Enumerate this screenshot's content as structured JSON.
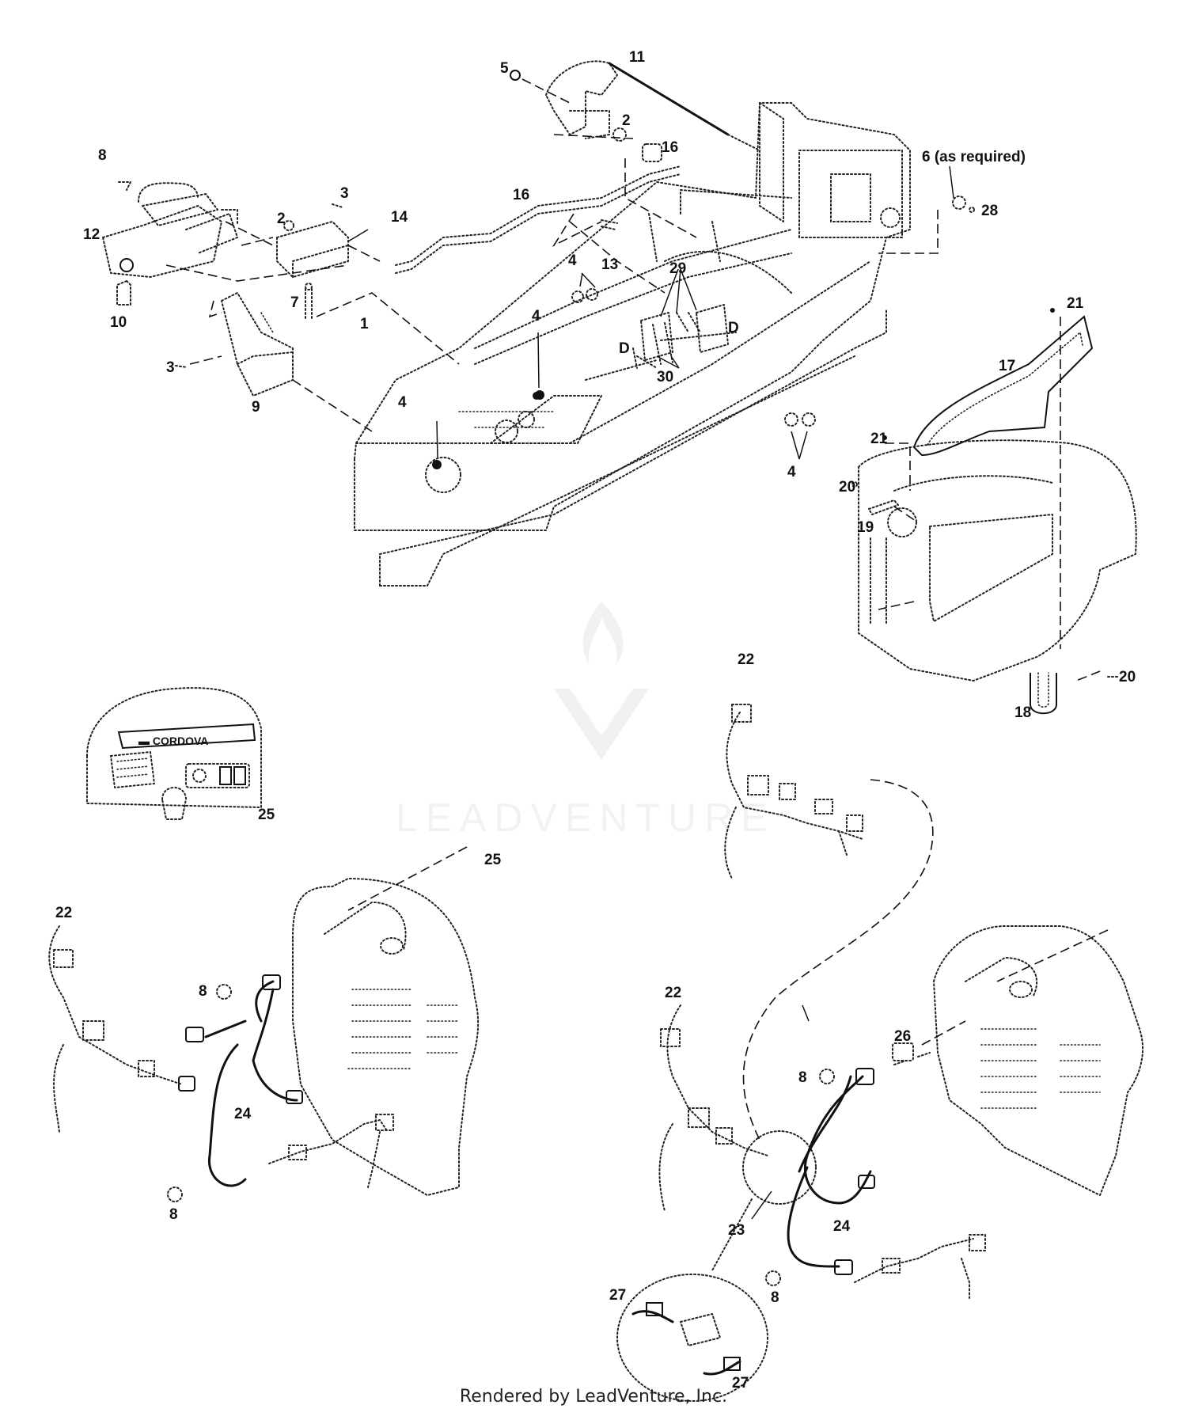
{
  "callouts": {
    "c1": "1",
    "c2a": "2",
    "c2b": "2",
    "c3a": "3",
    "c3b": "3",
    "c4a": "4",
    "c4b": "4",
    "c4c": "4",
    "c4d": "4",
    "c5": "5",
    "c6": "6 (as required)",
    "c7": "7",
    "c8a": "8",
    "c8b": "8",
    "c8c": "8",
    "c8d": "8",
    "c8e": "8",
    "c9": "9",
    "c10": "10",
    "c11": "11",
    "c12": "12",
    "c13": "13",
    "c14": "14",
    "c16a": "16",
    "c16b": "16",
    "c17": "17",
    "c18": "18",
    "c19": "19",
    "c20a": "20",
    "c20b": "20",
    "c21a": "21",
    "c21b": "21",
    "c22a": "22",
    "c22b": "22",
    "c22c": "22",
    "c23": "23",
    "c24a": "24",
    "c24b": "24",
    "c25a": "25",
    "c25b": "25",
    "c26": "26",
    "c27a": "27",
    "c27b": "27",
    "c28": "28",
    "c29": "29",
    "c30": "30",
    "cDa": "D",
    "cDb": "D"
  },
  "watermark": {
    "text": "LEADVENTURE",
    "logo": "flame-v-logo"
  },
  "credit": "Rendered by LeadVenture, Inc."
}
